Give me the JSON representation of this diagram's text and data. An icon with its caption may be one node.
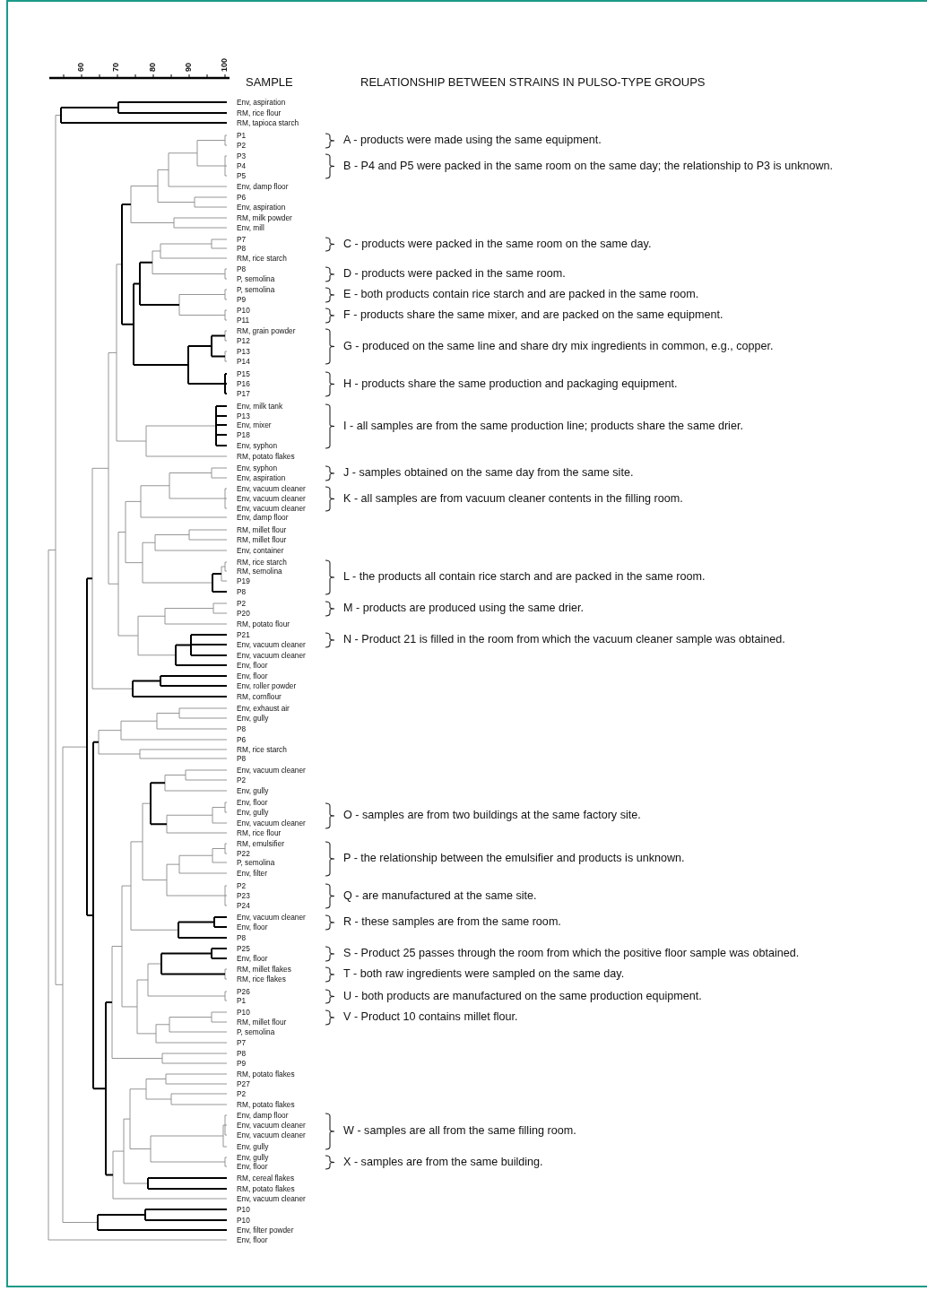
{
  "diagram": {
    "title": "RELATIONSHIP BETWEEN STRAINS IN PULSO-TYPE GROUPS",
    "labels": [
      "60",
      "70",
      "80",
      "90",
      "100",
      "SAMPLE",
      "Env, aspiration",
      "RM, rice flour",
      "RM, tapioca starch",
      "P1",
      "P2",
      "P3",
      "P4",
      "P5",
      "Env, damp floor",
      "P6",
      "Env, aspiration",
      "RM, milk powder",
      "Env, mill",
      "P7",
      "P8",
      "RM, rice starch",
      "P8",
      "P, semolina",
      "P, semolina",
      "P9",
      "P10",
      "P11",
      "RM, grain powder",
      "P12",
      "P13",
      "P14",
      "P15",
      "P16",
      "P17",
      "Env, milk tank",
      "P13",
      "Env, mixer",
      "P18",
      "Env, syphon",
      "RM, potato flakes",
      "Env, syphon",
      "Env, aspiration",
      "Env, vacuum cleaner",
      "Env, vacuum cleaner",
      "Env, vacuum cleaner",
      "Env, damp floor",
      "RM, millet flour",
      "RM, millet flour",
      "Env, container",
      "RM, rice starch",
      "RM, semolina",
      "P19",
      "P8",
      "P2",
      "P20",
      "RM, potato flour",
      "P21",
      "Env, vacuum cleaner",
      "Env, vacuum cleaner",
      "Env, floor",
      "Env, floor",
      "Env, roller powder",
      "RM, cornflour",
      "Env, exhaust air",
      "Env, gully",
      "P8",
      "P6",
      "RM, rice starch",
      "P8",
      "Env, vacuum cleaner",
      "P2",
      "Env, gully",
      "Env, floor",
      "Env, gully",
      "Env, vacuum cleaner",
      "RM, rice flour",
      "RM, emulsifier",
      "P22",
      "P, semolina",
      "Env, filter",
      "P2",
      "P23",
      "P24",
      "Env, vacuum cleaner",
      "Env, floor",
      "P8",
      "P25",
      "Env, floor",
      "RM, millet flakes",
      "RM, rice flakes",
      "P26",
      "P1",
      "P10",
      "RM, millet flour",
      "P, semolina",
      "P7",
      "P8",
      "P9",
      "RM, potato flakes",
      "P27",
      "P2",
      "RM, potato flakes",
      "Env, damp floor",
      "Env, vacuum cleaner",
      "Env, vacuum cleaner",
      "Env, gully",
      "Env, gully",
      "Env, floor",
      "RM, cereal flakes",
      "RM, potato flakes",
      "Env, vacuum cleaner",
      "P10",
      "P10",
      "Env, filter powder",
      "Env, floor",
      "A - products were made using the same equipment.",
      "B - P4 and P5 were packed in the same room on the same day; the relationship to P3 is unknown.",
      "C - products were packed in the same room on the same day.",
      "D - products were packed in the same room.",
      "E - both products contain rice starch and are packed in the same room.",
      "F - products share the same mixer, and are packed on the same equipment.",
      "G - produced on the same line and share dry mix ingredients in common, e.g., copper.",
      "H - products share the same production and packaging equipment.",
      "I - all samples are from the same production line; products share the same drier.",
      "J - samples obtained on the same day from the same site.",
      "K - all samples are from vacuum cleaner contents in the filling room.",
      "L - the products all contain rice starch and are packed in the same room.",
      "M - products are produced using the same drier.",
      "N - Product 21 is filled in the room from which the vacuum cleaner sample was obtained.",
      "O - samples are from two buildings at the same factory site.",
      "P - the relationship between the emulsifier and products is unknown.",
      "Q - are manufactured at the same site.",
      "R - these samples are from the same room.",
      "S - Product 25 passes through the room from which the positive floor sample was obtained.",
      "T - both raw ingredients were sampled on the same day.",
      "U - both products are manufactured on the same production equipment.",
      "V - Product 10 contains millet flour.",
      "W - samples are all from the same filling room.",
      "X - samples are from the same building."
    ]
  }
}
